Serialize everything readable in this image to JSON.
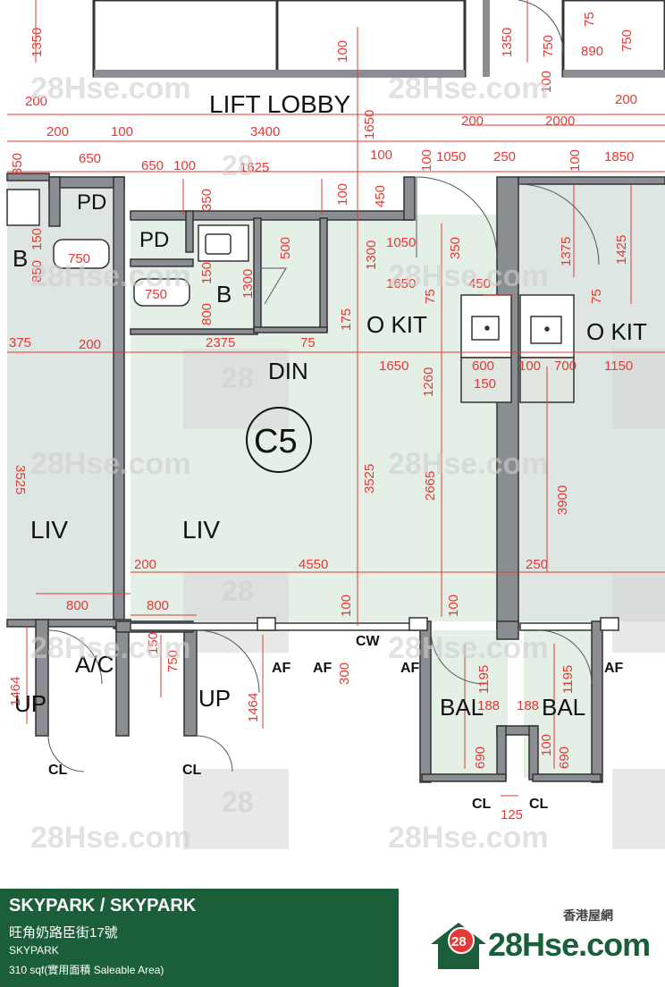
{
  "rooms": {
    "lift_lobby": "LIFT  LOBBY",
    "pd_left": "PD",
    "pd_right": "PD",
    "b_left": "B",
    "b_main": "B",
    "o_kit_main": "O  KIT",
    "o_kit_right": "O  KIT",
    "din": "DIN",
    "unit": "C5",
    "liv_left": "LIV",
    "liv_main": "LIV",
    "ac": "A/C",
    "up_left": "UP",
    "up_main": "UP",
    "cl1": "CL",
    "cl2": "CL",
    "cl3": "CL",
    "cl4": "CL",
    "cw": "CW",
    "af1": "AF",
    "af2": "AF",
    "af3": "AF",
    "af4": "AF",
    "bal_main": "BAL",
    "bal_right": "BAL"
  },
  "dimensions": {
    "d1350a": "1350",
    "d100a": "100",
    "d1350b": "1350",
    "d750a": "750",
    "d75a": "75",
    "d890": "890",
    "d750b": "750",
    "d200a": "200",
    "d100b": "100",
    "d1650a": "1650",
    "d200b": "200",
    "d200c": "200",
    "d2000": "2000",
    "d200d": "200",
    "d100c": "100",
    "d3400": "3400",
    "d350a": "350",
    "d650a": "650",
    "d650b": "650",
    "d100d": "100",
    "d1625": "1625",
    "d100e": "100",
    "d100f": "100",
    "d1050a": "1050",
    "d250a": "250",
    "d100g": "100",
    "d1850": "1850",
    "d350b": "350",
    "d100h": "100",
    "d450a": "450",
    "d1050b": "1050",
    "d350c": "350",
    "d500": "500",
    "d1300a": "1300",
    "d1375": "1375",
    "d1425": "1425",
    "d150a": "150",
    "d850": "850",
    "d750c": "750",
    "d150b": "150",
    "d1300b": "1300",
    "d1650b": "1650",
    "d75b": "75",
    "d450b": "450",
    "d75c": "75",
    "d750d": "750",
    "d800a": "800",
    "d175": "175",
    "d375": "375",
    "d200e": "200",
    "d2375": "2375",
    "d75d": "75",
    "d1650c": "1650",
    "d1260": "1260",
    "d600": "600",
    "d100i": "100",
    "d700": "700",
    "d1150": "1150",
    "d150c": "150",
    "d3525": "3525",
    "d2665": "2665",
    "d3900": "3900",
    "d3525b": "3525",
    "d200f": "200",
    "d4550": "4550",
    "d250b": "250",
    "d800b": "800",
    "d800c": "800",
    "d100j": "100",
    "d100k": "100",
    "d150d": "150",
    "d750e": "750",
    "d300": "300",
    "d1195a": "1195",
    "d1195b": "1195",
    "d188a": "188",
    "d188b": "188",
    "d1464a": "1464",
    "d1464b": "1464",
    "d100l": "100",
    "d690a": "690",
    "d690b": "690",
    "d125": "125"
  },
  "watermark": "28Hse.com",
  "watermark_badge": "28",
  "footer": {
    "title": "SKYPARK / SKYPARK",
    "address": "旺角奶路臣街17號",
    "name": "SKYPARK",
    "area": "310 sqf(實用面積 Saleable Area)"
  },
  "brand": {
    "subtitle": "香港屋網",
    "badge": "28",
    "text": "28Hse.com"
  },
  "colors": {
    "wall": "#8a8d92",
    "interior": "#e4efe6",
    "dimension": "#e53935",
    "brand_green": "#1b5e3a"
  }
}
